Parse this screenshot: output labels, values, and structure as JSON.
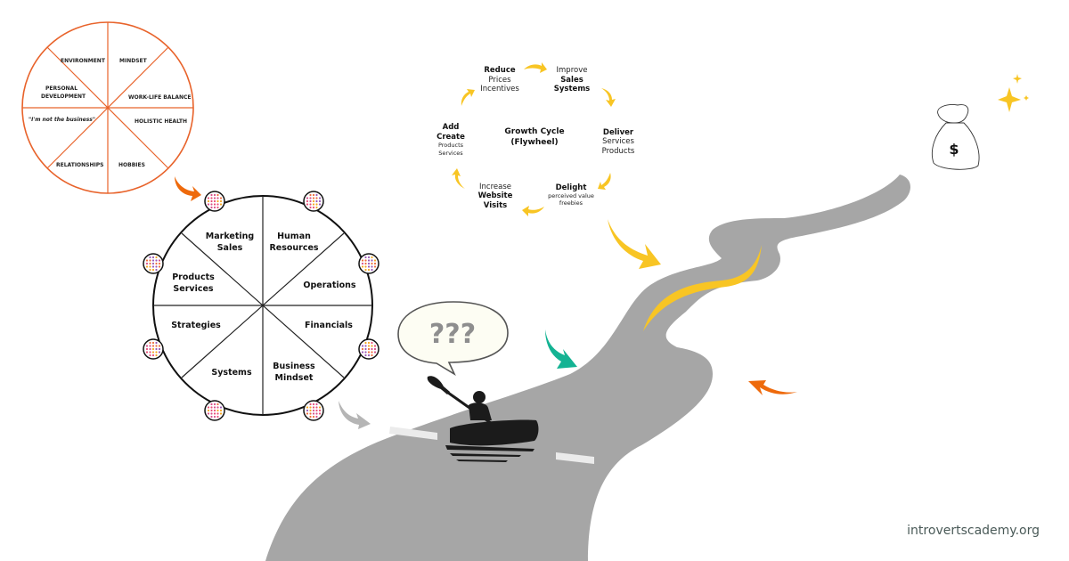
{
  "life_wheel": {
    "color": "#e8632b",
    "segments": [
      {
        "lines": [
          "ENVIRONMENT"
        ],
        "italic": false
      },
      {
        "lines": [
          "MINDSET"
        ],
        "italic": false
      },
      {
        "lines": [
          "WORK-LIFE BALANCE"
        ],
        "italic": false
      },
      {
        "lines": [
          "HOLISTIC HEALTH"
        ],
        "italic": false
      },
      {
        "lines": [
          "HOBBIES"
        ],
        "italic": false
      },
      {
        "lines": [
          "RELATIONSHIPS"
        ],
        "italic": false
      },
      {
        "lines": [
          "\"I'm not the business\""
        ],
        "italic": true
      },
      {
        "lines": [
          "PERSONAL",
          "DEVELOPMENT"
        ],
        "italic": false
      }
    ]
  },
  "business_wheel": {
    "segments": [
      {
        "lines": [
          "Marketing",
          "Sales"
        ]
      },
      {
        "lines": [
          "Human",
          "Resources"
        ]
      },
      {
        "lines": [
          "Operations"
        ]
      },
      {
        "lines": [
          "Financials"
        ]
      },
      {
        "lines": [
          "Business",
          "Mindset"
        ]
      },
      {
        "lines": [
          "Systems"
        ]
      },
      {
        "lines": [
          "Strategies"
        ]
      },
      {
        "lines": [
          "Products",
          "Services"
        ]
      }
    ]
  },
  "flywheel": {
    "center": [
      "Growth Cycle",
      "(Flywheel)"
    ],
    "arrow_color": "#f8c524",
    "nodes": {
      "reduce": {
        "bold": [
          "Reduce"
        ],
        "normal": [
          "Prices",
          "Incentives"
        ]
      },
      "improve": {
        "normal": [
          "Improve"
        ],
        "bold": [
          "Sales",
          "Systems"
        ]
      },
      "deliver": {
        "bold": [
          "Deliver"
        ],
        "normal": [
          "Services",
          "Products"
        ]
      },
      "delight": {
        "bold": [
          "Delight"
        ],
        "small": [
          "perceived value",
          "freebies"
        ]
      },
      "increase": {
        "normal": [
          "Increase"
        ],
        "bold": [
          "Website",
          "Visits"
        ]
      },
      "add": {
        "bold": [
          "Add",
          "Create"
        ],
        "small": [
          "Products",
          "Services"
        ]
      }
    }
  },
  "speech_bubble": {
    "text": "???"
  },
  "colors": {
    "river": "#a6a6a6",
    "yellow": "#f8c524",
    "orange": "#ee6a0c",
    "teal": "#14b393",
    "gray_arrow": "#b5b5b5"
  },
  "footer": {
    "site": "introvertscademy.org"
  }
}
